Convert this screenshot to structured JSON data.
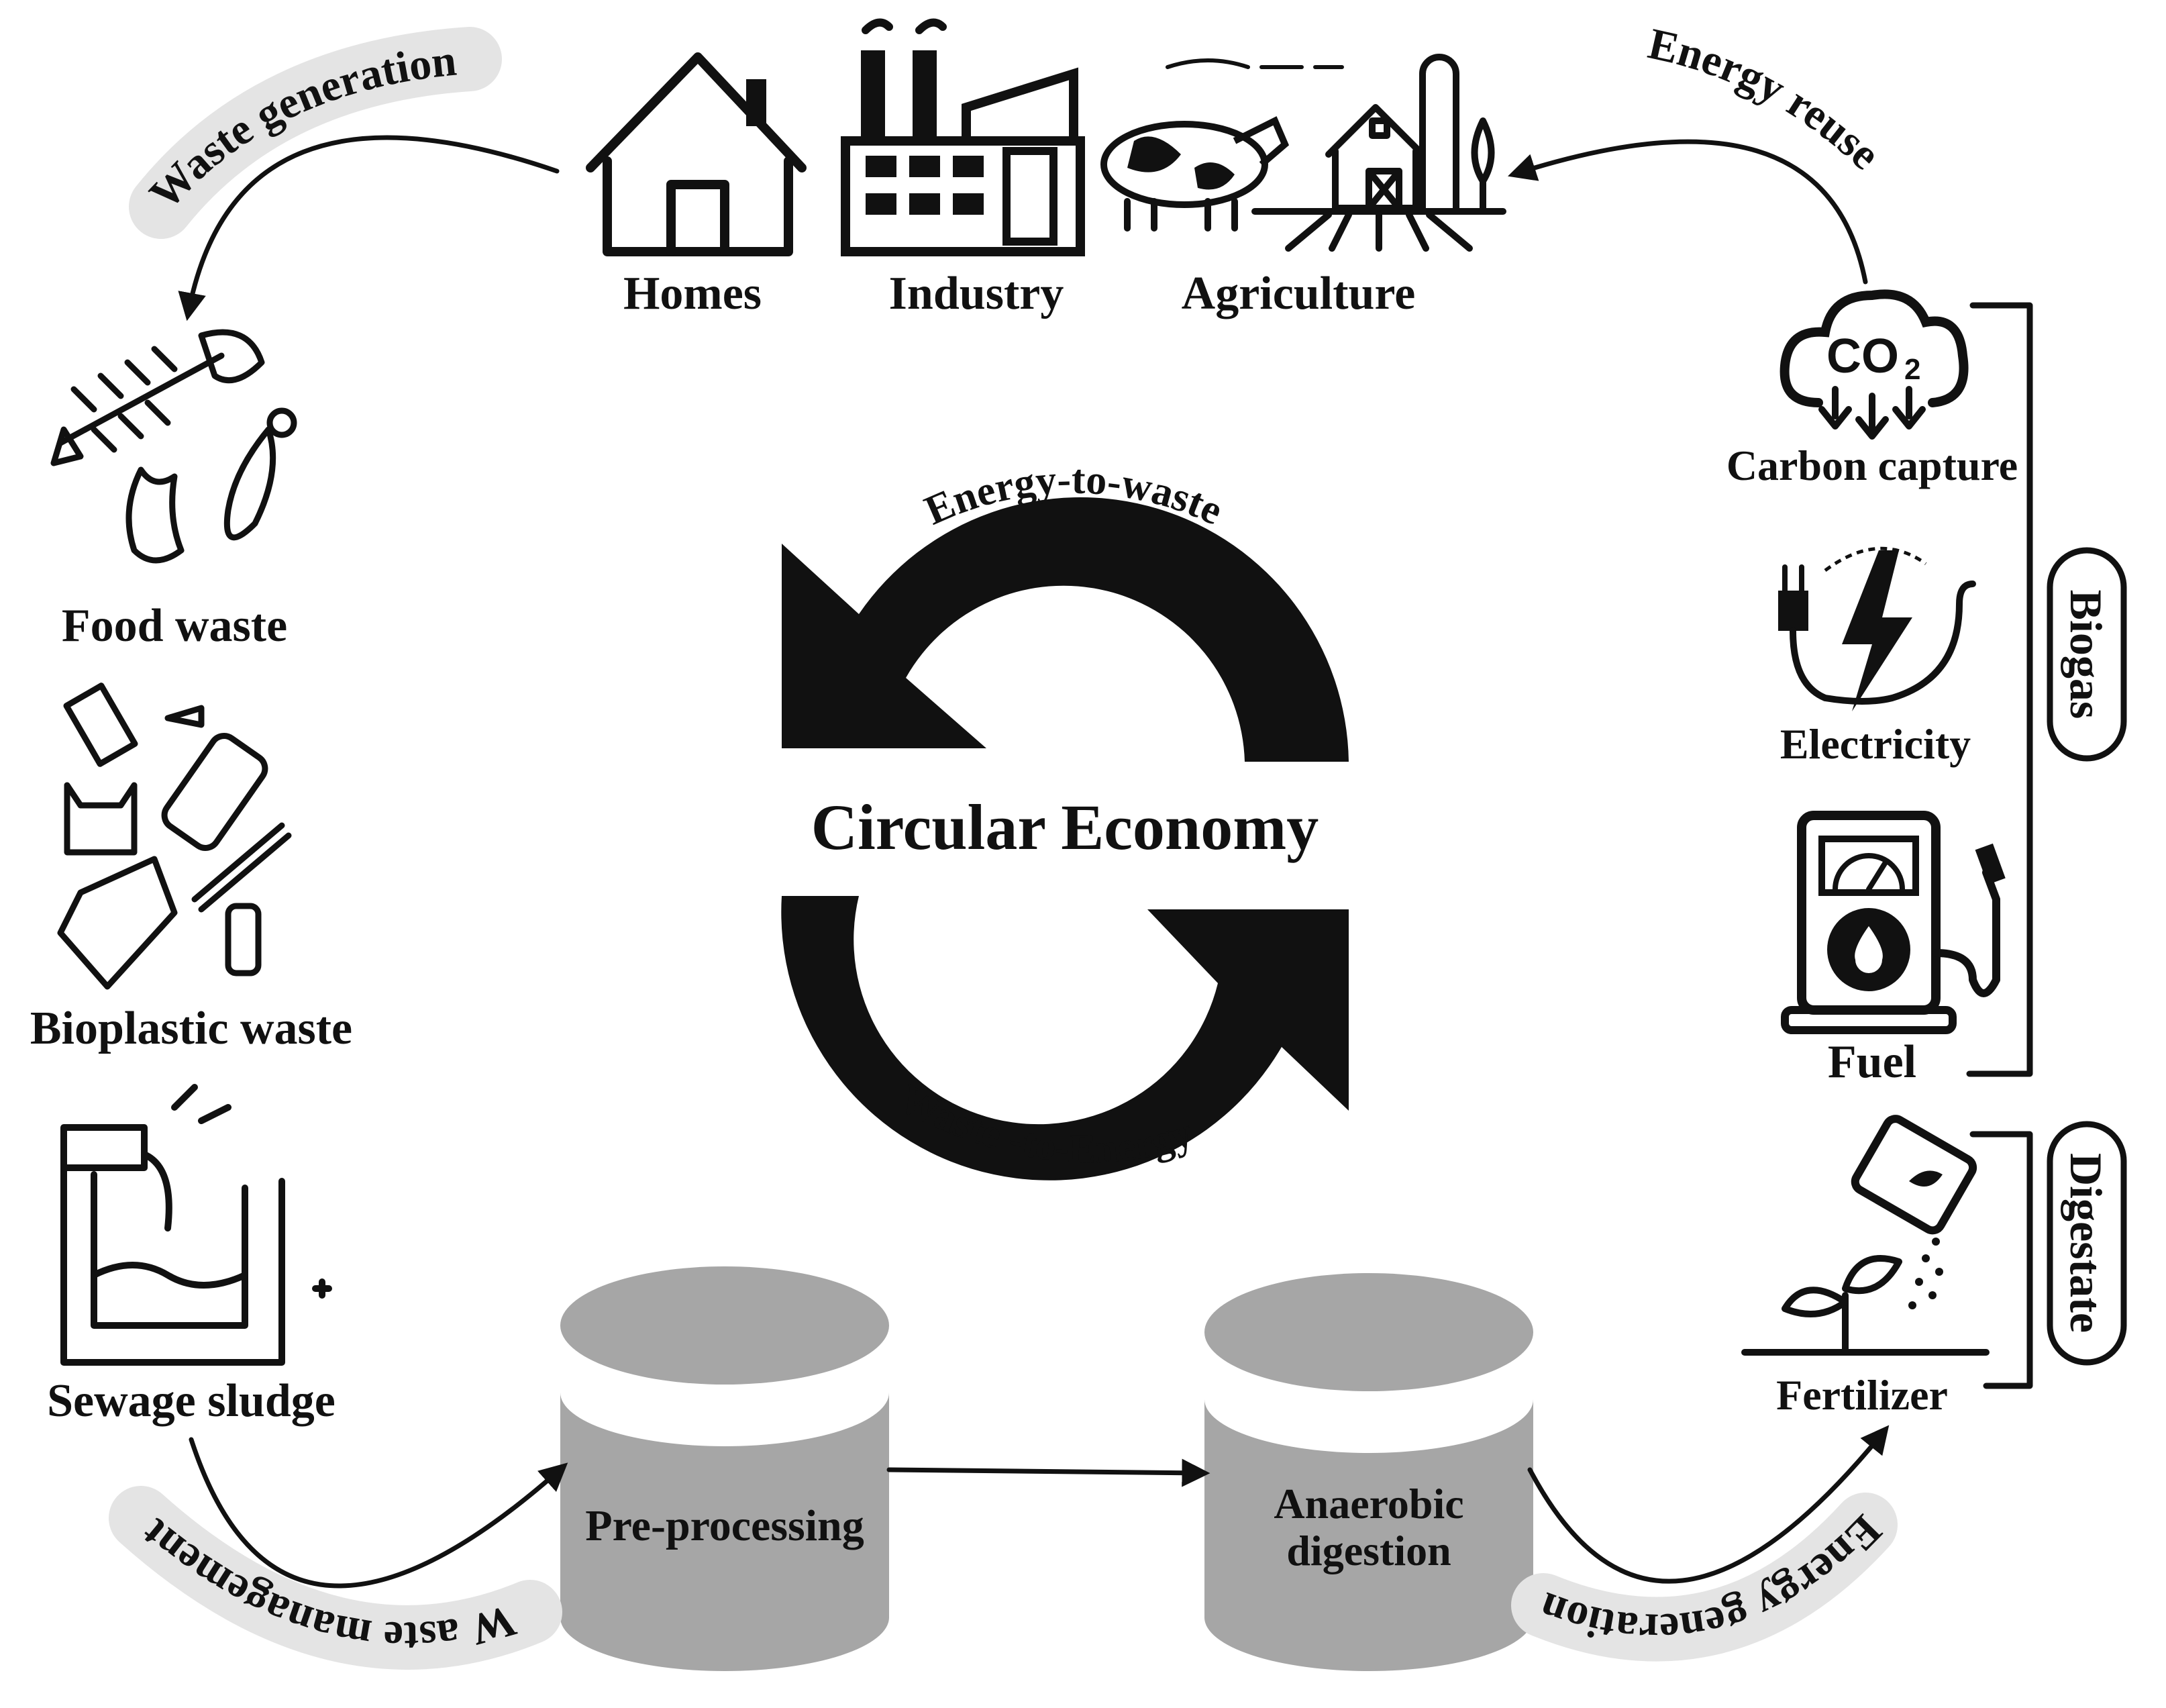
{
  "center": {
    "title": "Circular Economy",
    "top_arrow_label": "Energy-to-waste",
    "bottom_arrow_label": "Waste -to-Energy"
  },
  "sources": {
    "homes": "Homes",
    "industry": "Industry",
    "agriculture": "Agriculture"
  },
  "waste_types": {
    "food": "Food waste",
    "bioplastic": "Bioplastic waste",
    "sewage": "Sewage sludge"
  },
  "process": {
    "preprocessing": "Pre-processing",
    "anaerobic_line1": "Anaerobic",
    "anaerobic_line2": "digestion"
  },
  "outputs": {
    "carbon_capture": "Carbon capture",
    "co2_symbol": "CO",
    "co2_subscript": "2",
    "electricity": "Electricity",
    "fuel": "Fuel",
    "fertilizer": "Fertilizer",
    "biogas_group": "Biogas",
    "digestate_group": "Digestate"
  },
  "flows": {
    "waste_generation": "Waste generation",
    "energy_reuse": "Energy reuse",
    "waste_management": "W aste management",
    "energy_generation": "Energy generation"
  },
  "colors": {
    "ink": "#111111",
    "cylinder": "#a6a6a6",
    "label_highlight": "#e4e4e4"
  }
}
